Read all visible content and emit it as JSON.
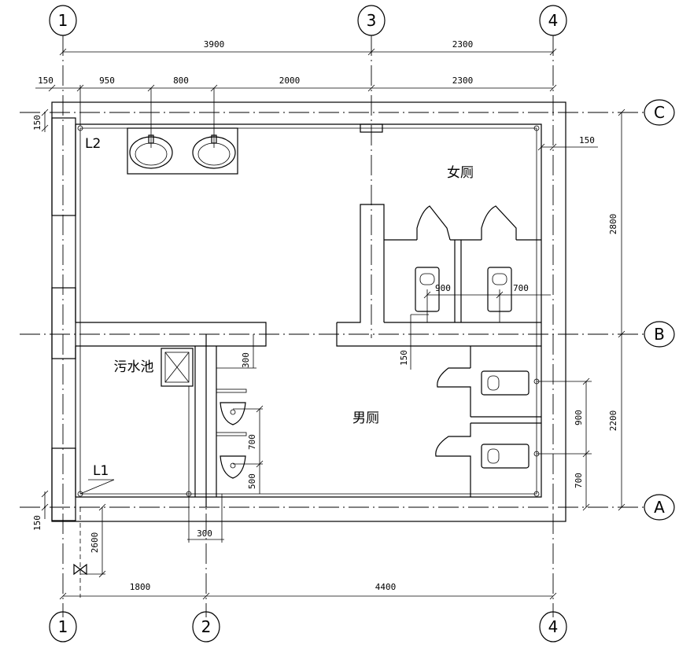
{
  "grid_labels": {
    "g1": "1",
    "g2": "2",
    "g3": "3",
    "g4": "4",
    "gA": "A",
    "gB": "B",
    "gC": "C"
  },
  "dimensions": {
    "top_3900": "3900",
    "top_2300": "2300",
    "t_150": "150",
    "t_950": "950",
    "t_800": "800",
    "t_2000": "2000",
    "t_2300b": "2300",
    "bot_1800": "1800",
    "bot_4400": "4400",
    "r_2800": "2800",
    "r_2200": "2200",
    "r_900": "900",
    "r_700": "700",
    "r_150": "150",
    "l_150a": "150",
    "l_150b": "150",
    "l_2600": "2600",
    "c_900": "900",
    "c_700": "700",
    "c_150": "150",
    "m_300": "300",
    "m_700": "700",
    "m_500": "500",
    "m_300b": "300"
  },
  "labels": {
    "womens": "女厕",
    "mens": "男厕",
    "mop_sink": "污水池",
    "pipe_L1": "L1",
    "pipe_L2": "L2"
  }
}
